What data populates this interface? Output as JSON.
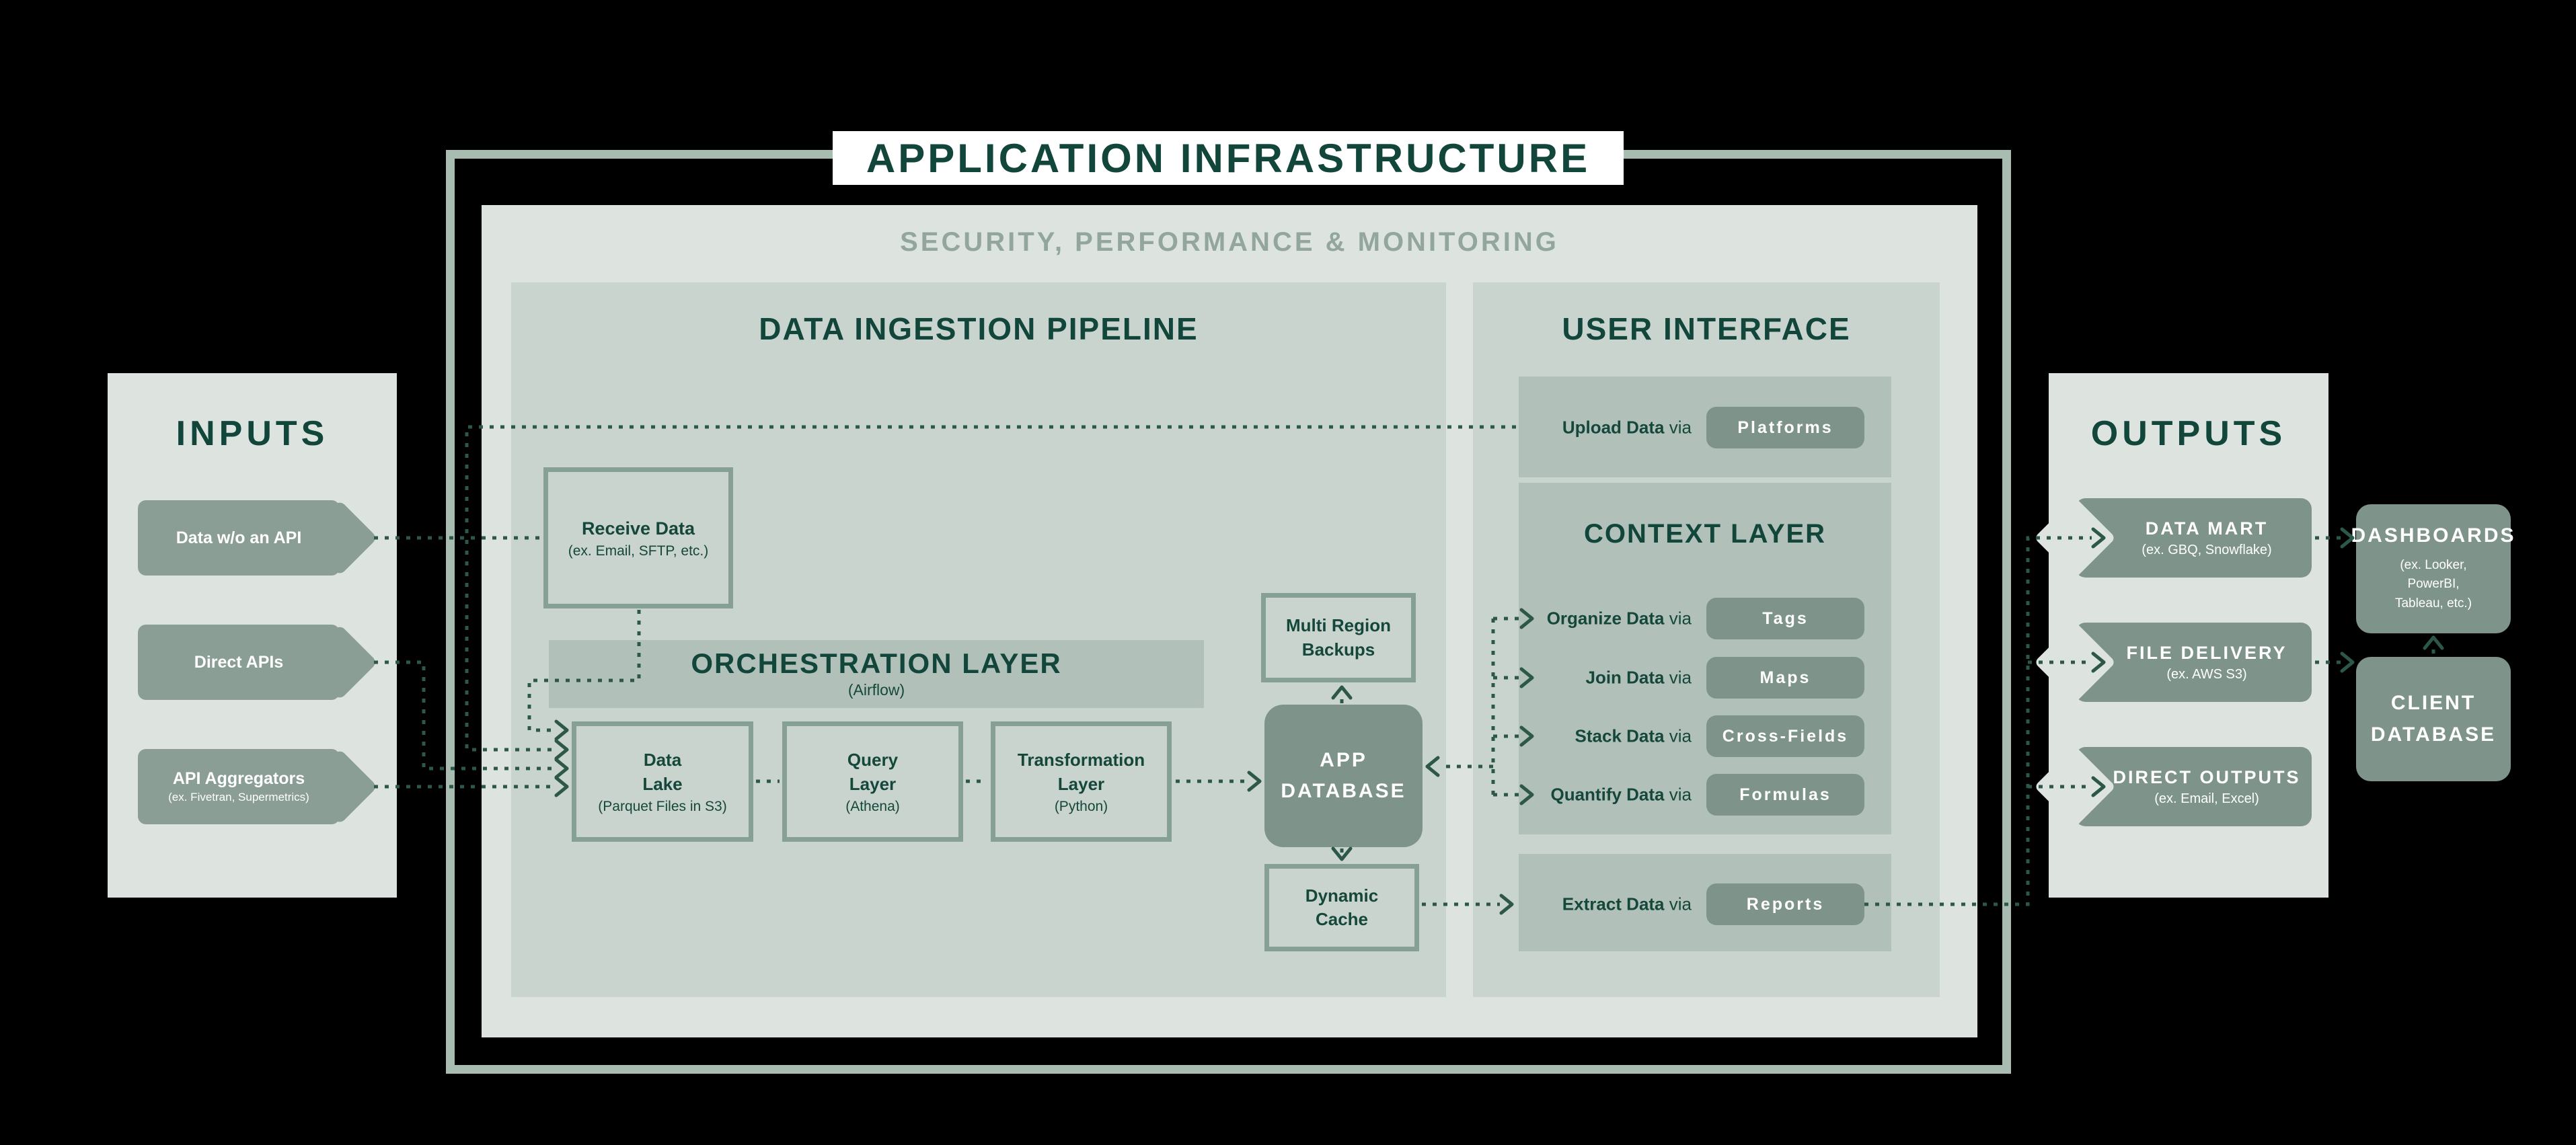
{
  "title": "APPLICATION INFRASTRUCTURE",
  "security_banner": "SECURITY, PERFORMANCE & MONITORING",
  "colors": {
    "background": "#000000",
    "panel_light": "#dde4e0",
    "panel_mid": "#c9d4cf",
    "panel_row": "#b1c1ba",
    "sage_fill": "#7e948b",
    "input_arrow_fill": "#8a9e96",
    "box_outline": "#87a095",
    "outer_border": "#a8bcb2",
    "dark_green_text": "#12463a",
    "muted_banner_text": "#93a69e",
    "dashed_line": "#2d5849"
  },
  "inputs": {
    "title": "INPUTS",
    "items": [
      {
        "label": "Data w/o an API",
        "sub": ""
      },
      {
        "label": "Direct APIs",
        "sub": ""
      },
      {
        "label": "API Aggregators",
        "sub": "(ex. Fivetran, Supermetrics)"
      }
    ]
  },
  "pipeline": {
    "title": "DATA INGESTION PIPELINE",
    "receive": {
      "label": "Receive Data",
      "sub": "(ex. Email, SFTP, etc.)"
    },
    "orchestration": {
      "label": "ORCHESTRATION LAYER",
      "sub": "(Airflow)"
    },
    "stages": [
      {
        "label": "Data\nLake",
        "sub": "(Parquet Files in S3)"
      },
      {
        "label": "Query\nLayer",
        "sub": "(Athena)"
      },
      {
        "label": "Transformation\nLayer",
        "sub": "(Python)"
      }
    ],
    "multi_region": {
      "label": "Multi Region\nBackups"
    },
    "app_database": {
      "label": "APP\nDATABASE"
    },
    "dynamic_cache": {
      "label": "Dynamic\nCache"
    }
  },
  "ui": {
    "title": "USER INTERFACE",
    "upload": {
      "action": "Upload Data",
      "via": "via",
      "pill": "Platforms"
    },
    "context": {
      "title": "CONTEXT LAYER",
      "rows": [
        {
          "action": "Organize Data",
          "via": "via",
          "pill": "Tags"
        },
        {
          "action": "Join Data",
          "via": "via",
          "pill": "Maps"
        },
        {
          "action": "Stack Data",
          "via": "via",
          "pill": "Cross-Fields"
        },
        {
          "action": "Quantify Data",
          "via": "via",
          "pill": "Formulas"
        }
      ]
    },
    "extract": {
      "action": "Extract Data",
      "via": "via",
      "pill": "Reports"
    }
  },
  "outputs": {
    "title": "OUTPUTS",
    "items": [
      {
        "label": "DATA MART",
        "sub": "(ex. GBQ, Snowflake)"
      },
      {
        "label": "FILE DELIVERY",
        "sub": "(ex. AWS S3)"
      },
      {
        "label": "DIRECT OUTPUTS",
        "sub": "(ex. Email, Excel)"
      }
    ],
    "dashboards": {
      "label": "DASHBOARDS",
      "sub": "(ex. Looker,\nPowerBI,\nTableau, etc.)"
    },
    "client_database": {
      "label": "CLIENT\nDATABASE"
    }
  }
}
